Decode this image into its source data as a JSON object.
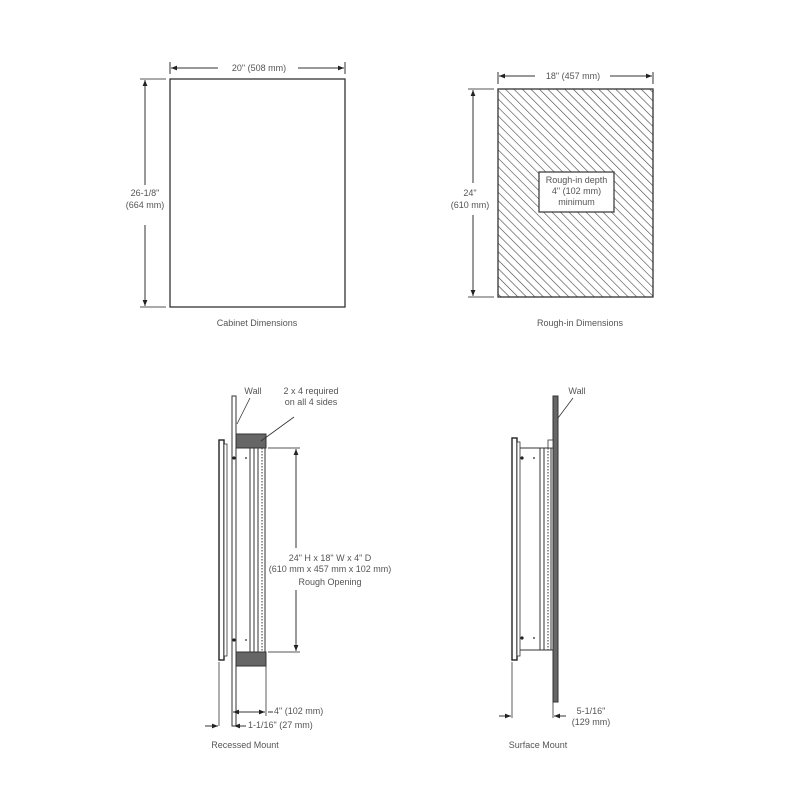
{
  "cabinet": {
    "width_label": "20\" (508 mm)",
    "height_line1": "26-1/8\"",
    "height_line2": "(664 mm)",
    "caption": "Cabinet Dimensions"
  },
  "rough_in": {
    "width_label": "18\" (457 mm)",
    "height_line1": "24\"",
    "height_line2": "(610 mm)",
    "box_line1": "Rough-in depth",
    "box_line2": "4\" (102 mm)",
    "box_line3": "minimum",
    "caption": "Rough-in Dimensions"
  },
  "recessed": {
    "wall_label": "Wall",
    "stud_line1": "2 x 4 required",
    "stud_line2": "on all 4 sides",
    "opening_line1": "24\" H  x  18\" W x 4\" D",
    "opening_line2": "(610 mm x 457 mm x 102 mm)",
    "opening_line3": "Rough Opening",
    "depth_label": "4\" (102 mm)",
    "offset_label": "1-1/16\" (27 mm)",
    "caption": "Recessed Mount"
  },
  "surface": {
    "wall_label": "Wall",
    "depth_line1": "5-1/16\"",
    "depth_line2": "(129 mm)",
    "caption": "Surface Mount"
  },
  "colors": {
    "line": "#333333",
    "text": "#555555",
    "stud": "#666666",
    "wall_dark": "#555555"
  }
}
